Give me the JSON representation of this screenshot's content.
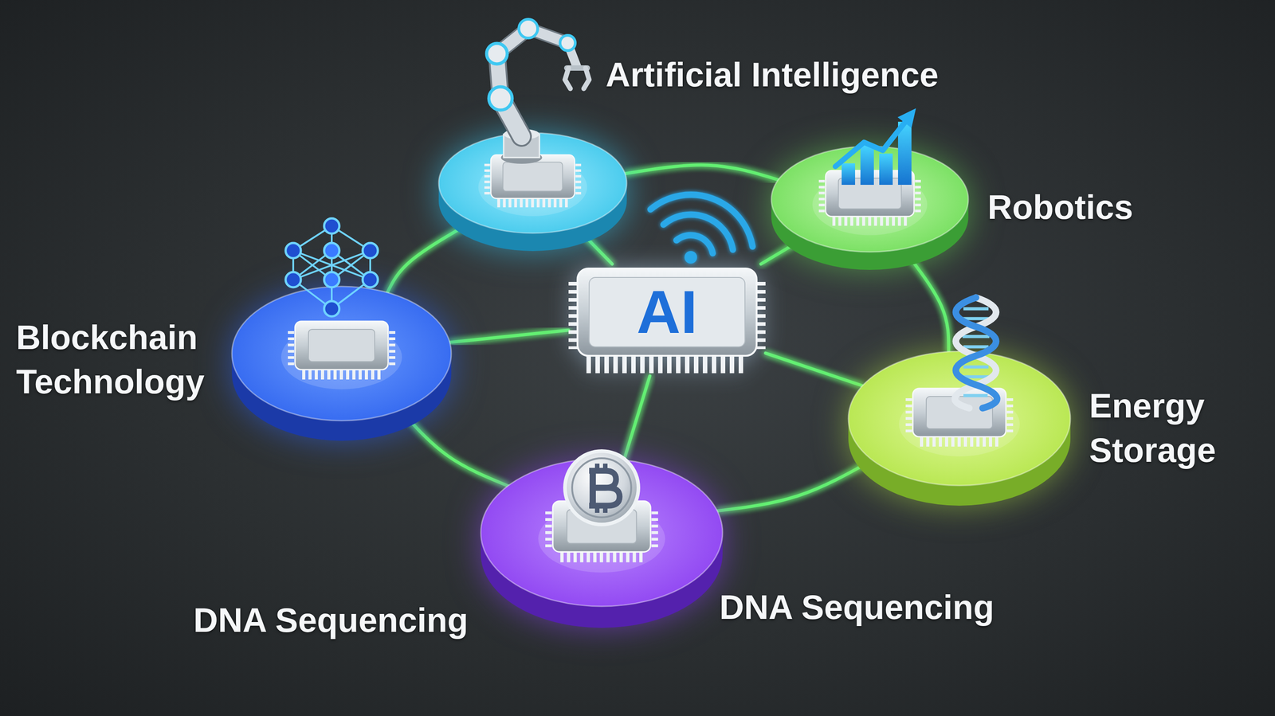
{
  "diagram": {
    "nodes": [
      {
        "text": [
          "Artificial Intelligence"
        ]
      },
      {
        "text": [
          "Robotics"
        ]
      },
      {
        "text": [
          "Blockchain Technology"
        ]
      },
      {
        "text": [
          "AI"
        ]
      },
      {
        "text": [
          "Energy Storage"
        ]
      },
      {
        "text": [
          "DNA Sequencing"
        ]
      }
    ],
    "edges": [
      {
        "from": 3,
        "to": 0,
        "arrow": "none"
      },
      {
        "from": 3,
        "to": 1,
        "arrow": "none"
      },
      {
        "from": 3,
        "to": 2,
        "arrow": "none"
      },
      {
        "from": 3,
        "to": 4,
        "arrow": "none"
      },
      {
        "from": 3,
        "to": 5,
        "arrow": "none"
      },
      {
        "from": 0,
        "to": 1,
        "arrow": "none"
      },
      {
        "from": 1,
        "to": 4,
        "arrow": "none"
      },
      {
        "from": 4,
        "to": 5,
        "arrow": "none"
      },
      {
        "from": 5,
        "to": 2,
        "arrow": "none"
      },
      {
        "from": 2,
        "to": 0,
        "arrow": "none"
      }
    ],
    "labels": [
      "DNA Sequencing"
    ]
  }
}
